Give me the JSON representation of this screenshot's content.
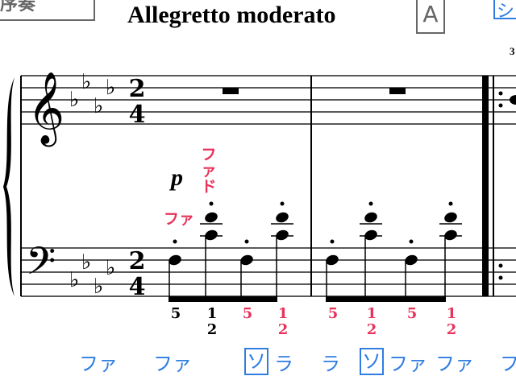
{
  "header": {
    "section_label": "序奏",
    "tempo": "Allegretto moderato",
    "rehearsal_mark": "A",
    "next_label": "シ",
    "measure_number": "3"
  },
  "time_signature": {
    "top": "2",
    "bottom": "4"
  },
  "dynamic": "p",
  "solfege_red": [
    "ファ",
    "ファ",
    "ド"
  ],
  "fingerings": [
    {
      "top": "5",
      "bottom": "",
      "color": "black"
    },
    {
      "top": "1",
      "bottom": "2",
      "color": "black"
    },
    {
      "top": "5",
      "bottom": "",
      "color": "red"
    },
    {
      "top": "1",
      "bottom": "2",
      "color": "red"
    },
    {
      "top": "5",
      "bottom": "",
      "color": "red"
    },
    {
      "top": "1",
      "bottom": "2",
      "color": "red"
    },
    {
      "top": "5",
      "bottom": "",
      "color": "red"
    },
    {
      "top": "1",
      "bottom": "2",
      "color": "red"
    }
  ],
  "bottom_labels": [
    "ファ",
    "ファ",
    "ソ",
    "ラ",
    "ラ",
    "ソ",
    "ファ",
    "ファ",
    "ファ"
  ],
  "colors": {
    "red": "#e8325a",
    "blue": "#2f7de1",
    "box": "#666666"
  }
}
